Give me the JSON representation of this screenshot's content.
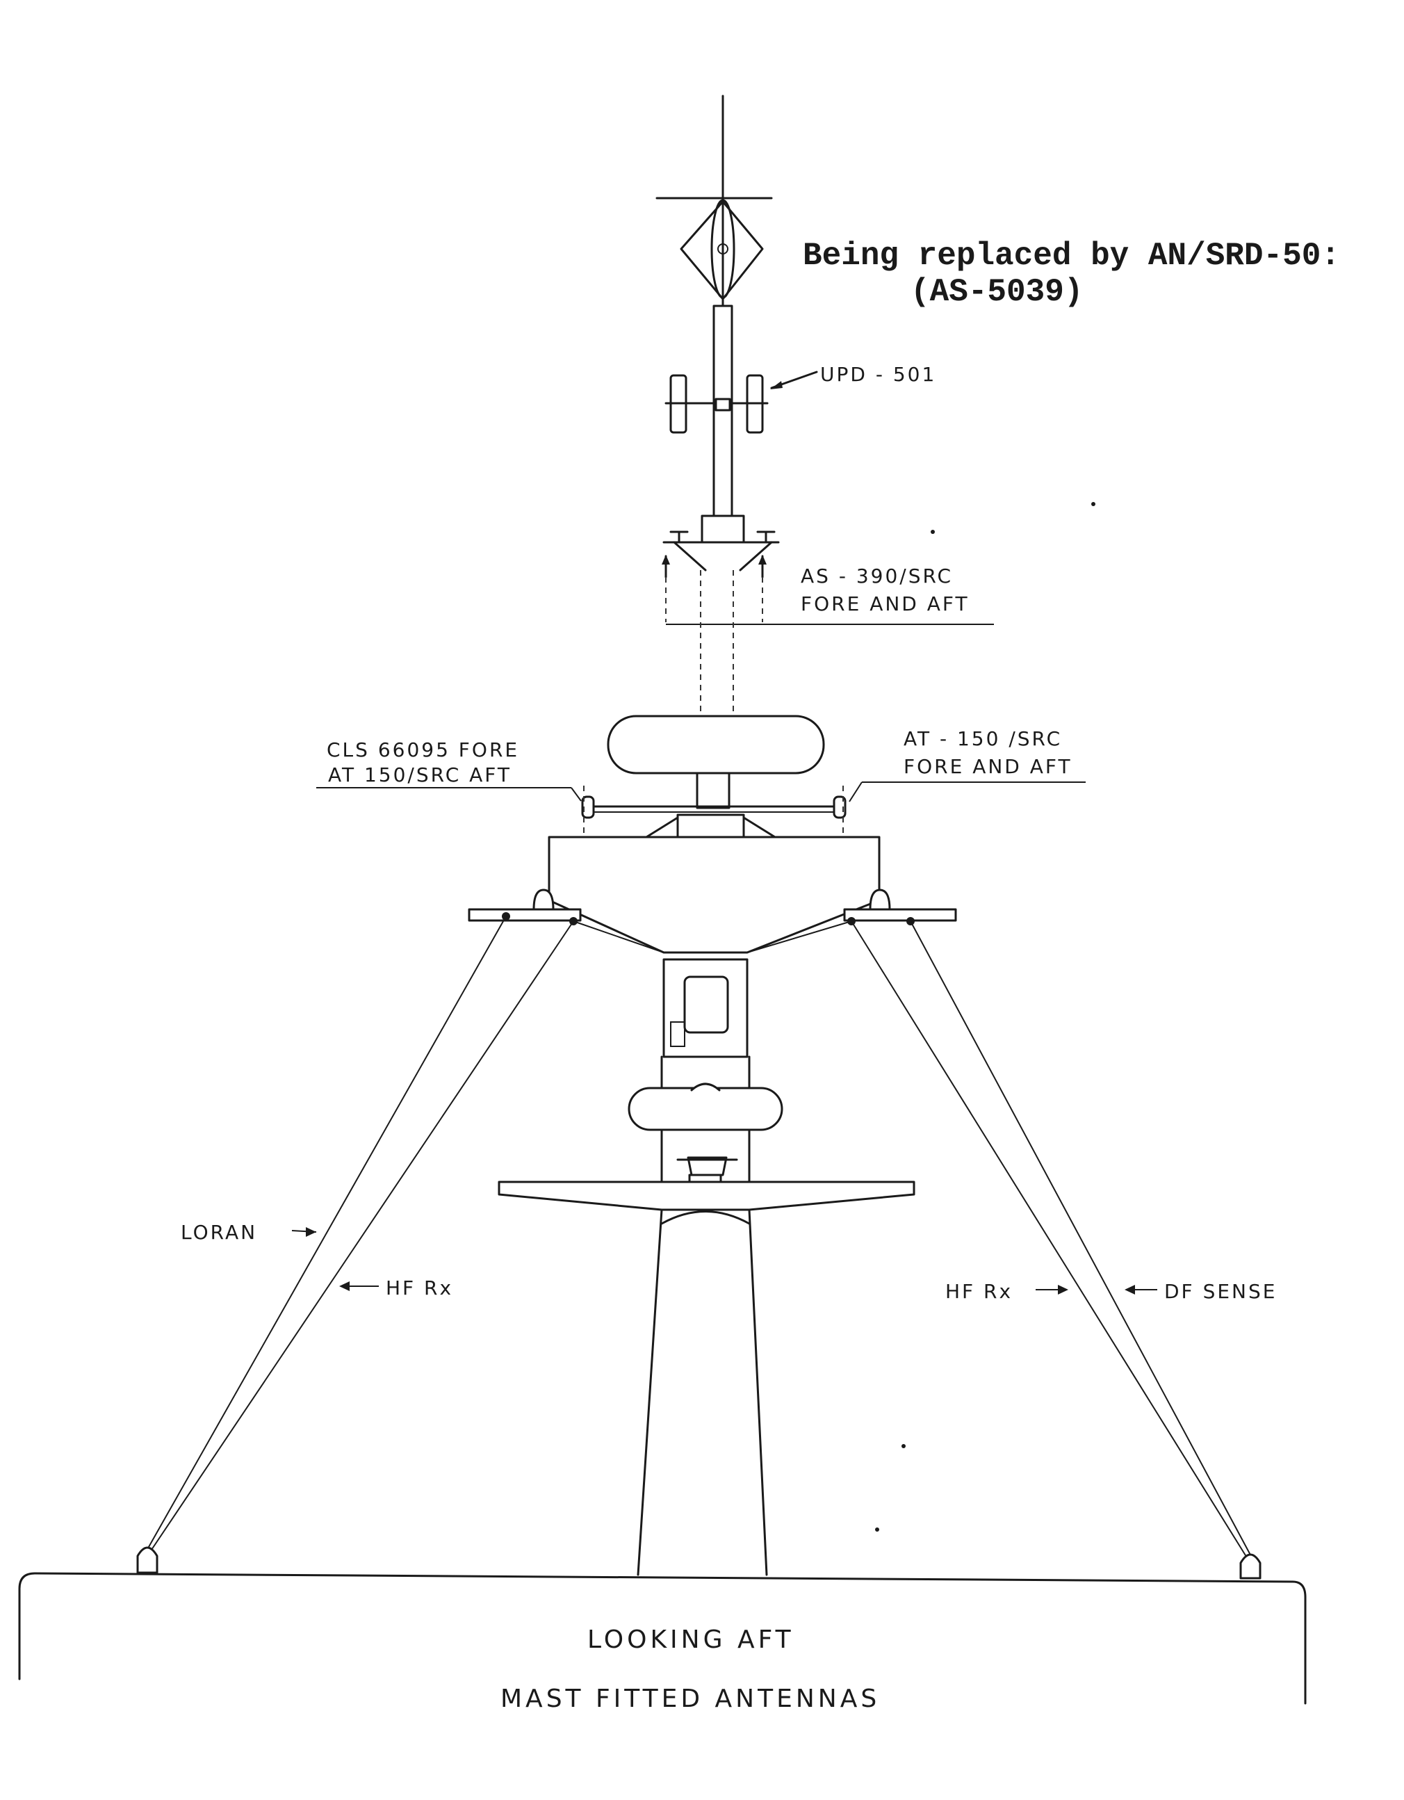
{
  "annotation": {
    "line1": "Being replaced by AN/SRD-50:",
    "line2": "(AS-5039)"
  },
  "labels": {
    "upd": "UPD - 501",
    "as390_1": "AS - 390/SRC",
    "as390_2": "FORE AND AFT",
    "cls_1": "CLS 66095 FORE",
    "cls_2": "AT 150/SRC AFT",
    "at150_1": "AT - 150 /SRC",
    "at150_2": "FORE  AND AFT",
    "loran": "LORAN",
    "hfrx_left": "HF Rx",
    "hfrx_right": "HF  Rx",
    "dfsense": "DF SENSE"
  },
  "caption": {
    "line1": "LOOKING  AFT",
    "line2": "MAST  FITTED  ANTENNAS"
  }
}
